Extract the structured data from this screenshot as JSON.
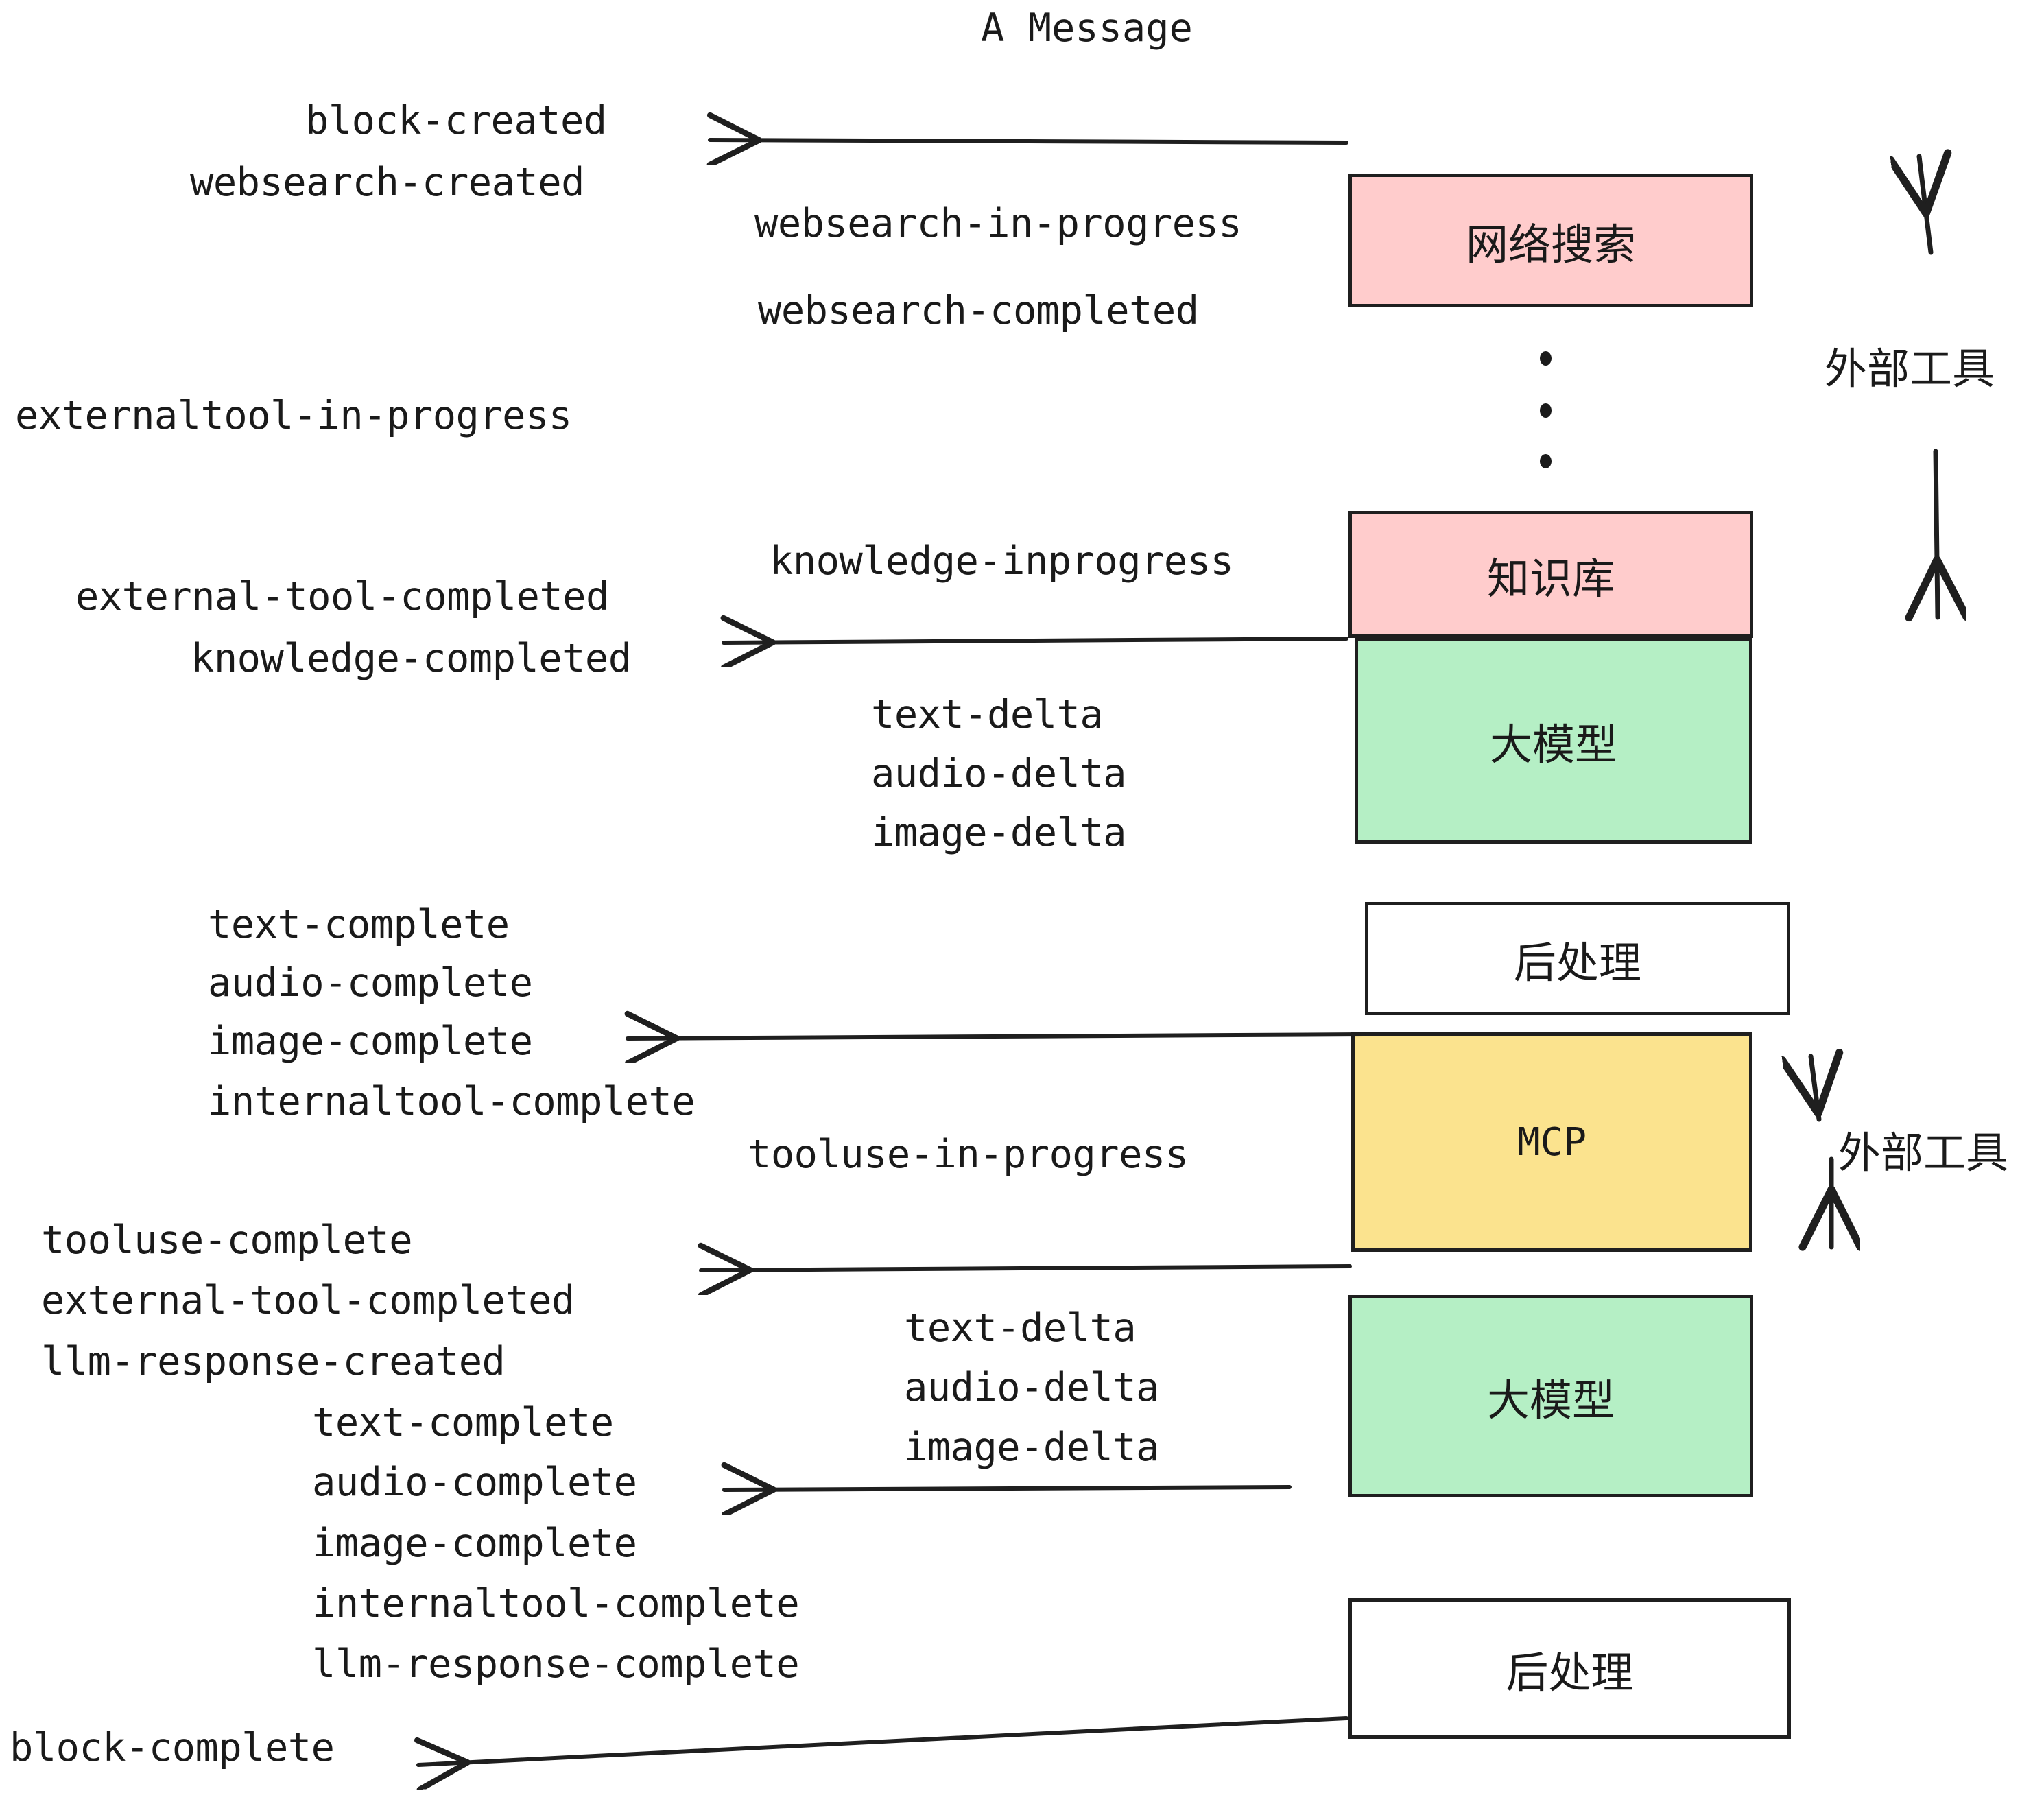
{
  "diagram": {
    "title": "A Message",
    "colors": {
      "pink": "#FFCCCC",
      "green": "#B5EFC5",
      "yellow": "#FBE38E",
      "white": "#FFFFFF",
      "stroke": "#1F1F1F",
      "text": "#1A1A1A",
      "background": "#FFFFFF"
    },
    "nodes": [
      {
        "id": "websearch",
        "label": "网络搜索",
        "fill": "pink"
      },
      {
        "id": "knowledge",
        "label": "知识库",
        "fill": "pink"
      },
      {
        "id": "llm-1",
        "label": "大模型",
        "fill": "green"
      },
      {
        "id": "postprocess-1",
        "label": "后处理",
        "fill": "white"
      },
      {
        "id": "mcp",
        "label": "MCP",
        "fill": "yellow"
      },
      {
        "id": "llm-2",
        "label": "大模型",
        "fill": "green"
      },
      {
        "id": "postprocess-2",
        "label": "后处理",
        "fill": "white"
      }
    ],
    "side_labels": [
      {
        "id": "external-tools-top",
        "label": "外部工具"
      },
      {
        "id": "external-tools-bottom",
        "label": "外部工具"
      }
    ],
    "events": [
      {
        "id": "block-created",
        "text": "block-created"
      },
      {
        "id": "websearch-created",
        "text": "websearch-created"
      },
      {
        "id": "websearch-in-progress",
        "text": "websearch-in-progress"
      },
      {
        "id": "websearch-completed",
        "text": "websearch-completed"
      },
      {
        "id": "externaltool-in-progress",
        "text": "externaltool-in-progress"
      },
      {
        "id": "knowledge-inprogress",
        "text": "knowledge-inprogress"
      },
      {
        "id": "external-tool-completed-1",
        "text": "external-tool-completed"
      },
      {
        "id": "knowledge-completed",
        "text": "knowledge-completed"
      },
      {
        "id": "text-delta-1",
        "text": "text-delta"
      },
      {
        "id": "audio-delta-1",
        "text": "audio-delta"
      },
      {
        "id": "image-delta-1",
        "text": "image-delta"
      },
      {
        "id": "text-complete-1",
        "text": "text-complete"
      },
      {
        "id": "audio-complete-1",
        "text": "audio-complete"
      },
      {
        "id": "image-complete-1",
        "text": "image-complete"
      },
      {
        "id": "internaltool-complete-1",
        "text": "internaltool-complete"
      },
      {
        "id": "tooluse-in-progress",
        "text": "tooluse-in-progress"
      },
      {
        "id": "tooluse-complete",
        "text": "tooluse-complete"
      },
      {
        "id": "external-tool-completed-2",
        "text": "external-tool-completed"
      },
      {
        "id": "llm-response-created",
        "text": "llm-response-created"
      },
      {
        "id": "text-delta-2",
        "text": "text-delta"
      },
      {
        "id": "audio-delta-2",
        "text": "audio-delta"
      },
      {
        "id": "image-delta-2",
        "text": "image-delta"
      },
      {
        "id": "text-complete-2",
        "text": "text-complete"
      },
      {
        "id": "audio-complete-2",
        "text": "audio-complete"
      },
      {
        "id": "image-complete-2",
        "text": "image-complete"
      },
      {
        "id": "internaltool-complete-2",
        "text": "internaltool-complete"
      },
      {
        "id": "llm-response-complete",
        "text": "llm-response-complete"
      },
      {
        "id": "block-complete",
        "text": "block-complete"
      }
    ]
  }
}
